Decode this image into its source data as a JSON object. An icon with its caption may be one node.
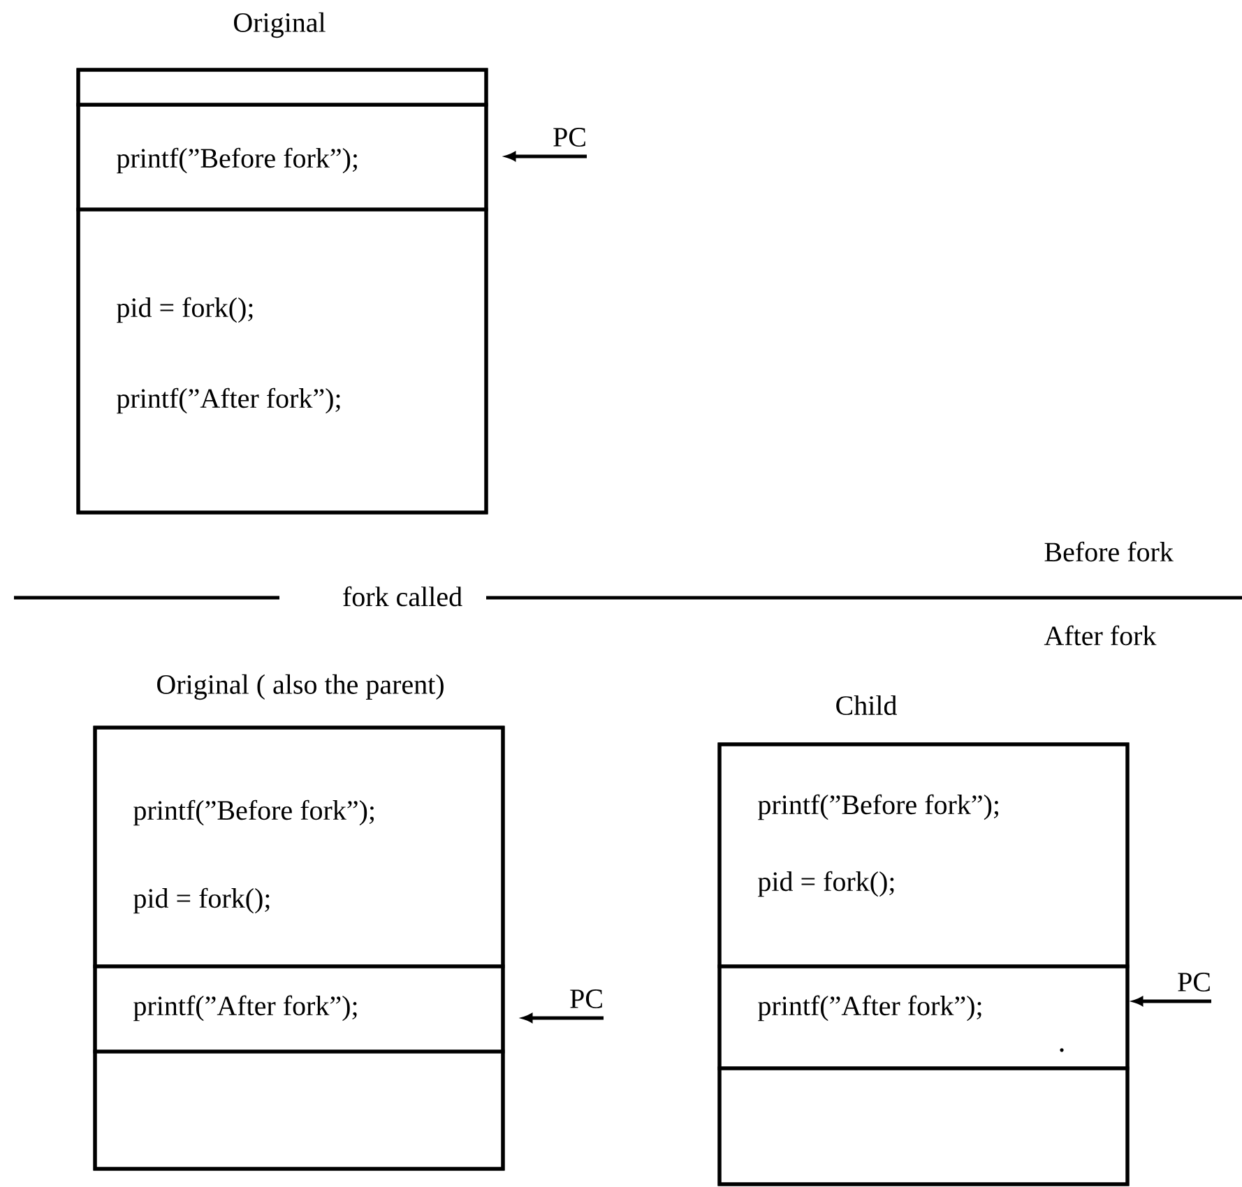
{
  "diagram": {
    "nodes": [
      {
        "text": [
          "Original"
        ]
      },
      {
        "text": [],
        "shape": "box",
        "in": 0
      },
      {
        "text": [
          "printf(”Before fork”);"
        ],
        "in": 0
      },
      {
        "text": [
          "pid = fork();",
          "printf(”After fork”);"
        ],
        "in": 0
      },
      {
        "text": [
          "PC"
        ]
      },
      {
        "text": [
          "Original ( also the parent)"
        ]
      },
      {
        "text": [
          "printf(”Before fork”);",
          "pid = fork();"
        ],
        "in": 5
      },
      {
        "text": [
          "printf(”After fork”);"
        ],
        "in": 5
      },
      {
        "text": [],
        "shape": "box",
        "in": 5
      },
      {
        "text": [
          "PC"
        ]
      },
      {
        "text": [
          "Child"
        ]
      },
      {
        "text": [
          "printf(”Before fork”);",
          "pid = fork();"
        ],
        "in": 10
      },
      {
        "text": [
          "printf(”After fork”);"
        ],
        "in": 10
      },
      {
        "text": [],
        "shape": "box",
        "in": 10
      },
      {
        "text": [
          "PC"
        ]
      }
    ],
    "edges": [
      {
        "from": 4,
        "to": 2,
        "arrow": "to"
      },
      {
        "from": 9,
        "to": 7,
        "arrow": "to"
      },
      {
        "from": 14,
        "to": 12,
        "arrow": "to"
      }
    ],
    "labels": [
      "fork called",
      "Before fork",
      "After fork"
    ]
  }
}
